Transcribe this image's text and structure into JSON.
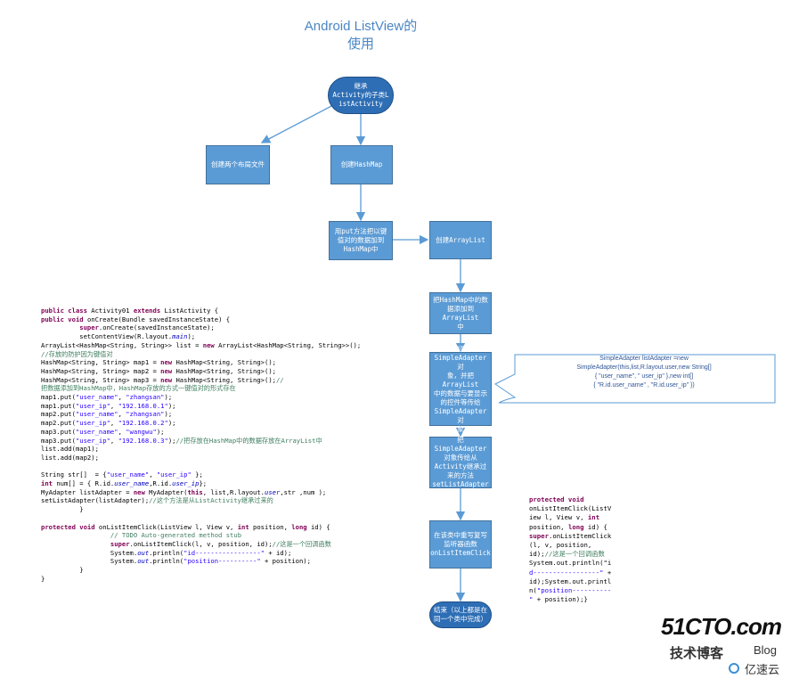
{
  "title": {
    "line1": "Android ListView的",
    "line2": "使用"
  },
  "nodes": {
    "start": "继承\nActivity的子类L\nistActivity",
    "layout_files": "创建两个布局文件",
    "hashmap": "创建HashMap",
    "put_data": "用put方法把以键\n值对的数据加到\nHashMap中",
    "arraylist": "创建ArrayList",
    "add_to_list": "把HashMap中的数\n据添加到ArrayList\n中",
    "simple_adapter": "创建\nSimpleAdapter对\n象，并把ArrayList\n中的数据与要显示\n的控件等传给\nSimpleAdapter对\n象",
    "set_adapter": "把SimpleAdapter\n对象传给从\nActivity继承过\n来的方法\nsetListAdapter",
    "override_click": "在该类中重写复写\n监听器函数\nonListItemClick",
    "end": "结束（以上都是在\n同一个类中完成）"
  },
  "callout": "SimpleAdapter listAdapter =new\nSimpleAdapter(this,list,R.layout.user,new String[]\n{ \"user_name\", \" user_ip\" },new int[]\n{ \"R.id.user_name\" , \"R.id.user_ip\" })",
  "main_code": [
    [
      [
        "kw",
        "public class "
      ],
      [
        "t",
        "Activity01 "
      ],
      [
        "kw",
        "extends "
      ],
      [
        "t",
        "ListActivity {"
      ]
    ],
    [
      [
        "kw",
        "public void "
      ],
      [
        "t",
        "onCreate(Bundle savedInstanceState) {"
      ]
    ],
    [
      [
        "t",
        "          "
      ],
      [
        "kw",
        "super"
      ],
      [
        "t",
        ".onCreate(savedInstanceState);"
      ]
    ],
    [
      [
        "t",
        "          setContentView(R.layout."
      ],
      [
        "fd",
        "main"
      ],
      [
        "t",
        ");"
      ]
    ],
    [
      [
        "t",
        "ArrayList<HashMap<String, String>> list = "
      ],
      [
        "kw",
        "new "
      ],
      [
        "t",
        "ArrayList<HashMap<String, String>>();"
      ]
    ],
    [
      [
        "cm",
        "//存放的防护因为键值对"
      ]
    ],
    [
      [
        "t",
        "HashMap<String, String> map1 = "
      ],
      [
        "kw",
        "new "
      ],
      [
        "t",
        "HashMap<String, String>();"
      ]
    ],
    [
      [
        "t",
        "HashMap<String, String> map2 = "
      ],
      [
        "kw",
        "new "
      ],
      [
        "t",
        "HashMap<String, String>();"
      ]
    ],
    [
      [
        "t",
        "HashMap<String, String> map3 = "
      ],
      [
        "kw",
        "new "
      ],
      [
        "t",
        "HashMap<String, String>();"
      ],
      [
        "cm",
        "//"
      ]
    ],
    [
      [
        "cm",
        "把数据添加到HashMap中，HashMap存放的方式一键值对的形式存在"
      ]
    ],
    [
      [
        "t",
        "map1.put("
      ],
      [
        "st",
        "\"user_name\""
      ],
      [
        "t",
        ", "
      ],
      [
        "st",
        "\"zhangsan\""
      ],
      [
        "t",
        ");"
      ]
    ],
    [
      [
        "t",
        "map1.put("
      ],
      [
        "st",
        "\"user_ip\""
      ],
      [
        "t",
        ", "
      ],
      [
        "st",
        "\"192.168.0.1\""
      ],
      [
        "t",
        ");"
      ]
    ],
    [
      [
        "t",
        "map2.put("
      ],
      [
        "st",
        "\"user_name\""
      ],
      [
        "t",
        ", "
      ],
      [
        "st",
        "\"zhangsan\""
      ],
      [
        "t",
        ");"
      ]
    ],
    [
      [
        "t",
        "map2.put("
      ],
      [
        "st",
        "\"user_ip\""
      ],
      [
        "t",
        ", "
      ],
      [
        "st",
        "\"192.168.0.2\""
      ],
      [
        "t",
        ");"
      ]
    ],
    [
      [
        "t",
        "map3.put("
      ],
      [
        "st",
        "\"user_name\""
      ],
      [
        "t",
        ", "
      ],
      [
        "st",
        "\"wangwu\""
      ],
      [
        "t",
        ");"
      ]
    ],
    [
      [
        "t",
        "map3.put("
      ],
      [
        "st",
        "\"user_ip\""
      ],
      [
        "t",
        ", "
      ],
      [
        "st",
        "\"192.168.0.3\""
      ],
      [
        "t",
        ");"
      ],
      [
        "cm",
        "//把存放在HashMap中的数据存放在ArrayList中"
      ]
    ],
    [
      [
        "t",
        "list.add(map1);"
      ]
    ],
    [
      [
        "t",
        "list.add(map2);"
      ]
    ],
    [
      [
        "t",
        ""
      ]
    ],
    [
      [
        "t",
        "String str[]  = {"
      ],
      [
        "st",
        "\"user_name\""
      ],
      [
        "t",
        ", "
      ],
      [
        "st",
        "\"user_ip\""
      ],
      [
        "t",
        " };"
      ]
    ],
    [
      [
        "kw",
        "int "
      ],
      [
        "t",
        "num[] = { R.id."
      ],
      [
        "fd",
        "user_name"
      ],
      [
        "t",
        ",R.id."
      ],
      [
        "fd",
        "user_ip"
      ],
      [
        "t",
        "};"
      ]
    ],
    [
      [
        "t",
        "MyAdapter listAdapter = "
      ],
      [
        "kw",
        "new "
      ],
      [
        "t",
        "MyAdapter("
      ],
      [
        "kw",
        "this"
      ],
      [
        "t",
        ", list,R.layout."
      ],
      [
        "fd",
        "user"
      ],
      [
        "t",
        ",str ,num );"
      ]
    ],
    [
      [
        "t",
        "setListAdapter(listAdapter);"
      ],
      [
        "cm",
        "//这个方法是从ListActivity继承过来的"
      ]
    ],
    [
      [
        "t",
        "          }"
      ]
    ],
    [
      [
        "t",
        ""
      ]
    ],
    [
      [
        "kw",
        "protected void "
      ],
      [
        "t",
        "onListItemClick(ListView l, View v, "
      ],
      [
        "kw",
        "int "
      ],
      [
        "t",
        "position, "
      ],
      [
        "kw",
        "long "
      ],
      [
        "t",
        "id) {"
      ]
    ],
    [
      [
        "t",
        "                  "
      ],
      [
        "cm",
        "// TODO Auto-generated method stub"
      ]
    ],
    [
      [
        "t",
        "                  "
      ],
      [
        "kw",
        "super"
      ],
      [
        "t",
        ".onListItemClick(l, v, position, id);"
      ],
      [
        "cm",
        "//这是一个回调函数"
      ]
    ],
    [
      [
        "t",
        "                  System."
      ],
      [
        "fd",
        "out"
      ],
      [
        "t",
        ".println("
      ],
      [
        "st",
        "\"id-----------------\""
      ],
      [
        "t",
        " + id);"
      ]
    ],
    [
      [
        "t",
        "                  System."
      ],
      [
        "fd",
        "out"
      ],
      [
        "t",
        ".println("
      ],
      [
        "st",
        "\"position----------\""
      ],
      [
        "t",
        " + position);"
      ]
    ],
    [
      [
        "t",
        "          }"
      ]
    ],
    [
      [
        "t",
        "}"
      ]
    ]
  ],
  "side_code": [
    [
      [
        "kw",
        "protected void"
      ]
    ],
    [
      [
        "t",
        "onListItemClick(ListV"
      ]
    ],
    [
      [
        "t",
        "iew l, View v, "
      ],
      [
        "kw",
        "int"
      ]
    ],
    [
      [
        "t",
        "position, "
      ],
      [
        "kw",
        "long "
      ],
      [
        "t",
        "id) {"
      ]
    ],
    [
      [
        "kw",
        "super"
      ],
      [
        "t",
        ".onListItemClick"
      ]
    ],
    [
      [
        "t",
        "(l, v, position,"
      ]
    ],
    [
      [
        "t",
        "id);"
      ],
      [
        "cm",
        "//这是一个回调函数"
      ]
    ],
    [
      [
        "t",
        "System.out.println(\"i"
      ]
    ],
    [
      [
        "st",
        "d-----------------\""
      ],
      [
        "t",
        " +"
      ]
    ],
    [
      [
        "t",
        "id);System.out.printl"
      ]
    ],
    [
      [
        "t",
        "n("
      ],
      [
        "st",
        "\"position----------"
      ]
    ],
    [
      [
        "st",
        "\""
      ],
      [
        "t",
        " + position);}"
      ]
    ]
  ],
  "watermark": {
    "brand": "51CTO.com",
    "subtitle": "技术博客",
    "blog": "Blog",
    "partner": "亿速云"
  },
  "colors": {
    "node_fill": "#5b9bd5",
    "start_fill": "#2e6eb5",
    "title": "#4a86c5",
    "arrow": "#5b9bd5"
  }
}
